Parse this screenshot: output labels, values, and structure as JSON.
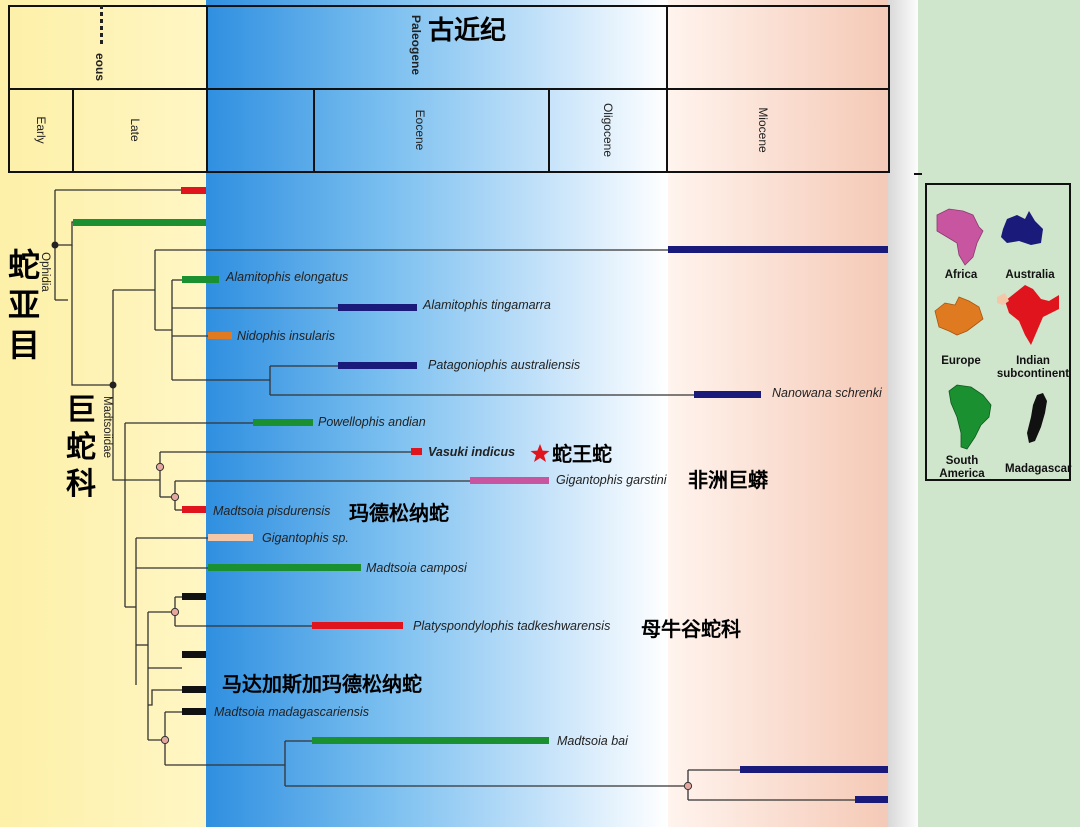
{
  "header": {
    "period_cn": "古近纪",
    "period_en": "Paleogene",
    "cret_partial": "eous",
    "epochs": {
      "early": "Early",
      "late": "Late",
      "eocene": "Eocene",
      "oligocene": "Oligocene",
      "miocene": "Miocene"
    }
  },
  "clades": {
    "ophidia_cn": [
      "蛇",
      "亚",
      "目"
    ],
    "ophidia_latin": "Ophidia",
    "madtsoiidae_cn": [
      "巨",
      "蛇",
      "科"
    ],
    "madtsoiidae_latin": "Madtsoiidae"
  },
  "taxa": {
    "alamitophis_elongatus": "Alamitophis elongatus",
    "alamitophis_tingamarra": "Alamitophis tingamarra",
    "nidophis_insularis": "Nidophis insularis",
    "patagoniophis_australiensis": "Patagoniophis australiensis",
    "nanowana_schrenki": "Nanowana schrenki",
    "powellophis_andian": "Powellophis andian",
    "vasuki_indicus": "Vasuki indicus",
    "gigantophis_garstini": "Gigantophis garstini",
    "madtsoia_pisdurensis": "Madtsoia pisdurensis",
    "gigantophis_sp": "Gigantophis sp.",
    "madtsoia_camposi": "Madtsoia camposi",
    "platyspondylophis": "Platyspondylophis tadkeshwarensis",
    "madtsoia_madagascariensis": "Madtsoia madagascariensis",
    "madtsoia_bai": "Madtsoia bai"
  },
  "cn_labels": {
    "vasuki": "蛇王蛇",
    "gigantophis": "非洲巨蟒",
    "pisdurensis": "玛德松纳蛇",
    "platy": "母牛谷蛇科",
    "madagascar": "马达加斯加玛德松纳蛇"
  },
  "legend": {
    "africa": "Africa",
    "australia": "Australia",
    "europe": "Europe",
    "indian": "Indian subcontinent",
    "south_america": "South America",
    "madagascar": "Madagascar"
  },
  "colors": {
    "africa": "#c8559f",
    "australia": "#1a1a7a",
    "europe": "#e07a20",
    "indian": "#e0141c",
    "south_america": "#1a9030",
    "madagascar": "#111111",
    "indian_light": "#f3c7a8",
    "vasuki_star": "#e0141c"
  }
}
